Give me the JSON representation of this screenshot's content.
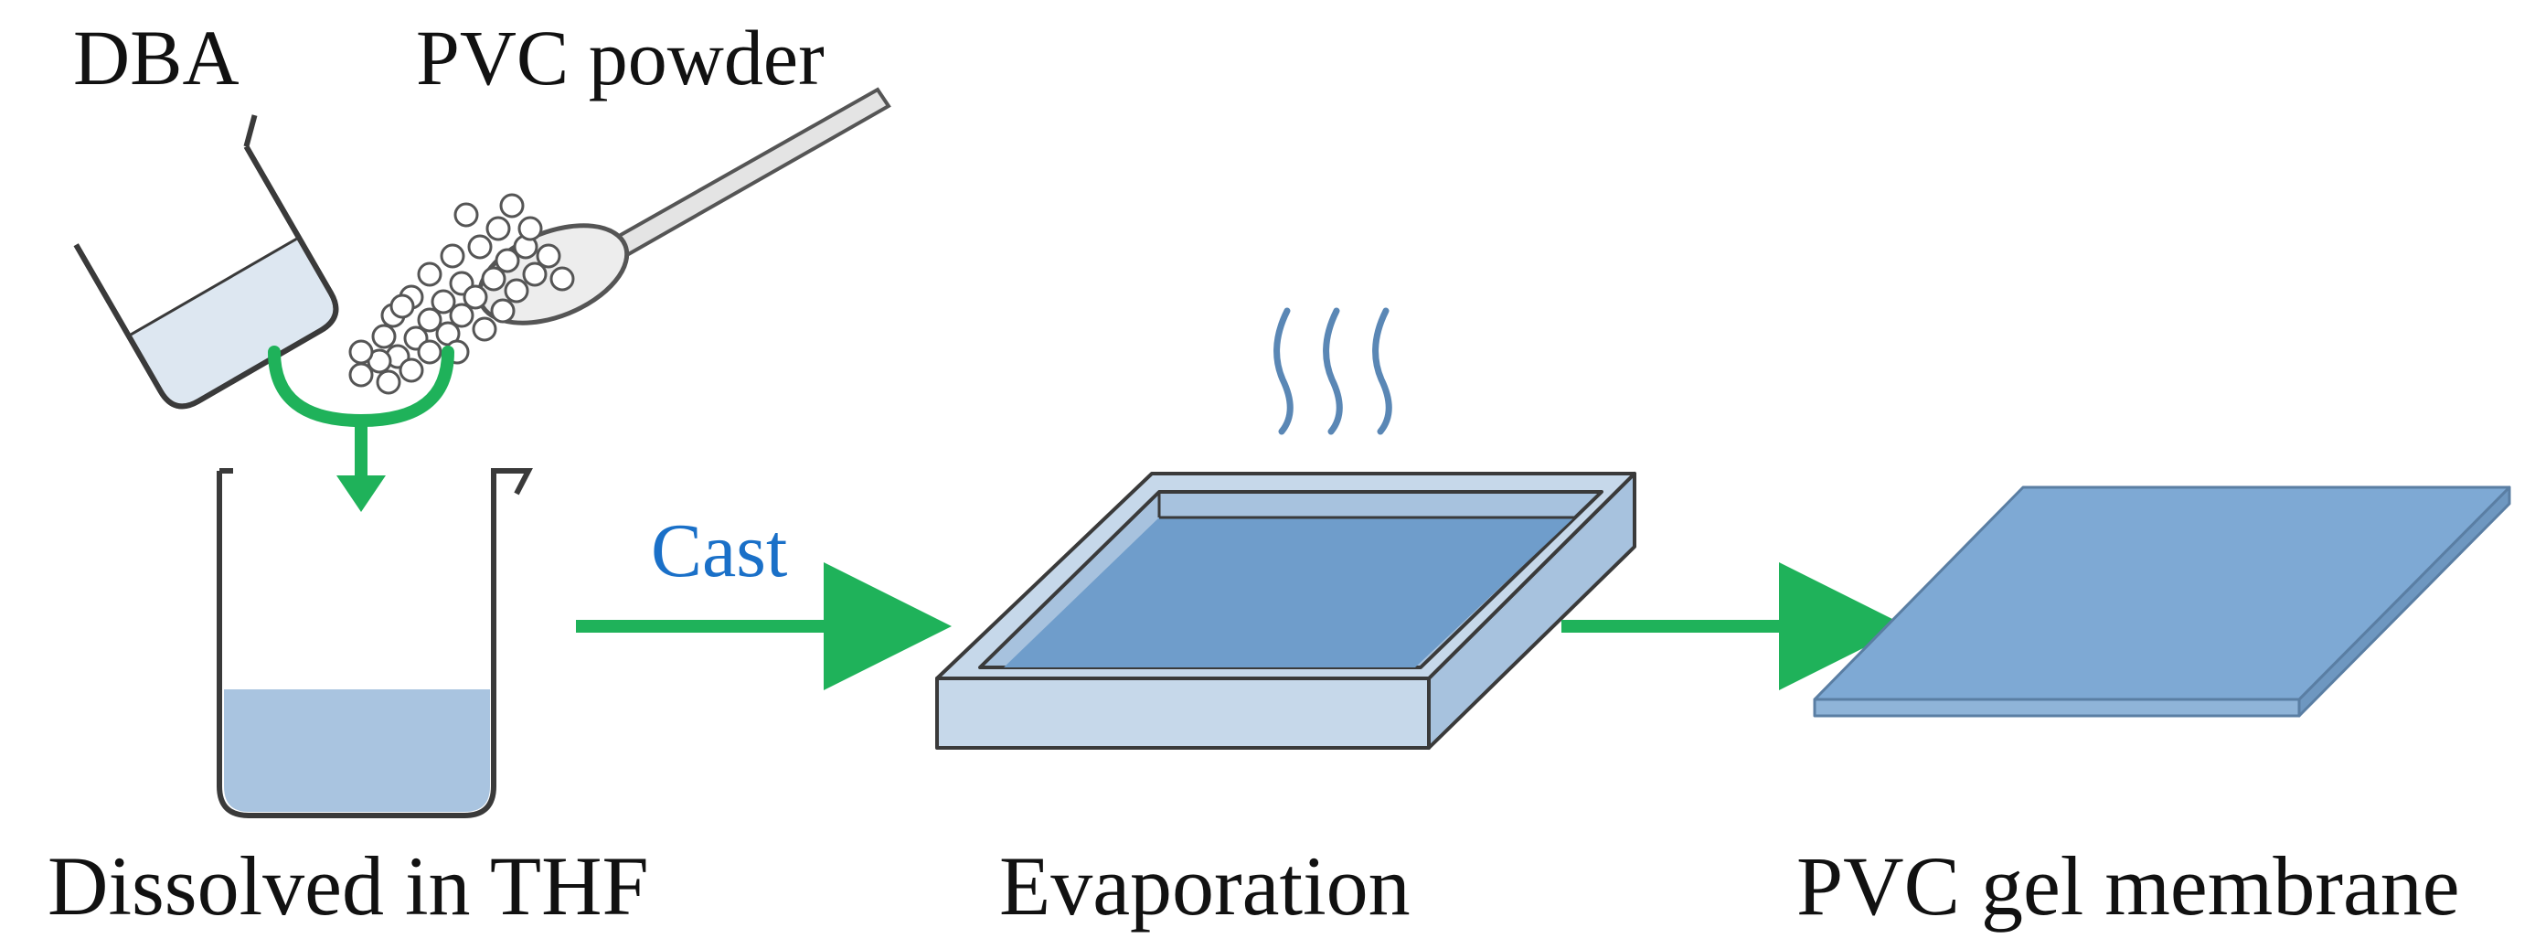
{
  "labels": {
    "dba": "DBA",
    "pvc_powder": "PVC powder",
    "cast": "Cast",
    "dissolved": "Dissolved in THF",
    "evaporation": "Evaporation",
    "membrane": "PVC gel membrane"
  },
  "colors": {
    "arrow": "#1fb25a",
    "cast_text": "#1a70c8",
    "liquid_light": "#dde7f1",
    "liquid_beaker": "#a9c4e0",
    "tray_liquid": "#6f9dcb",
    "tray_frame": "#c6d8ea",
    "tray_side": "#a7c2de",
    "membrane_top": "#7ea9d4",
    "steam": "#5a87b5",
    "outline": "#3a3a3a"
  },
  "icons": {
    "pour_beaker": "tilted-beaker-icon",
    "spoon": "spoon-icon",
    "particles": "powder-particles-icon",
    "beaker": "beaker-icon",
    "tray": "casting-tray-icon",
    "steam": "steam-icon",
    "membrane": "membrane-sheet-icon"
  }
}
